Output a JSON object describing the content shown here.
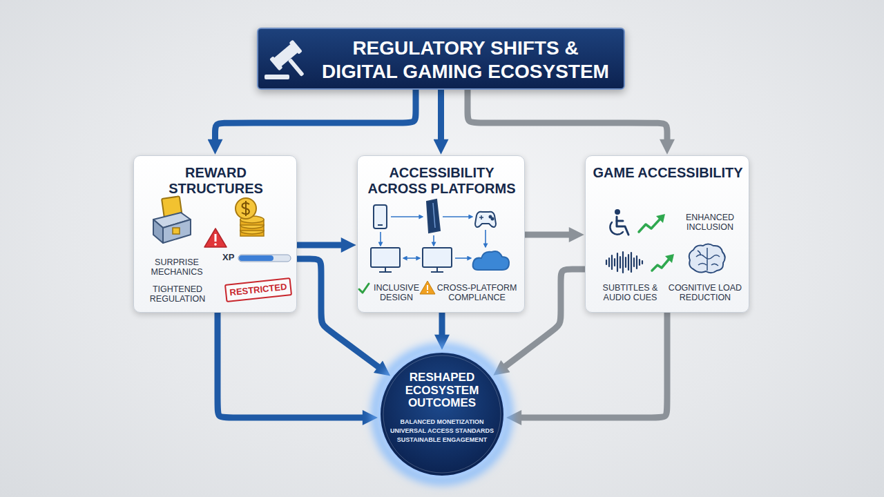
{
  "diagram": {
    "nodes": [
      {
        "text": [
          "REGULATORY SHIFTS & DIGITAL GAMING ECOSYSTEM"
        ]
      },
      {
        "text": [
          "REWARD STRUCTURES",
          "SURPRISE MECHANICS",
          "XP",
          "TIGHTENED REGULATION"
        ]
      },
      {
        "text": [
          "RESTRICTED"
        ],
        "in": 1
      },
      {
        "text": [
          "ACCESSIBILITY ACROSS PLATFORMS",
          "INCLUSIVE DESIGN",
          "CROSS-PLATFORM COMPLIANCE"
        ]
      },
      {
        "text": [
          "GAME ACCESSIBILITY",
          "ENHANCED INCLUSION",
          "SUBTITLES & AUDIO CUES",
          "COGNITIVE LOAD REDUCTION"
        ]
      },
      {
        "text": [
          "RESHAPED ECOSYSTEM OUTCOMES",
          "BALANCED MONETIZATION",
          "UNIVERSAL ACCESS STANDARDS",
          "SUSTAINABLE ENGAGEMENT"
        ]
      }
    ],
    "edges": [
      {
        "from": 0,
        "to": 1,
        "arrow": "to"
      },
      {
        "from": 0,
        "to": 3,
        "arrow": "to"
      },
      {
        "from": 0,
        "to": 4,
        "arrow": "to"
      },
      {
        "from": 1,
        "to": 3,
        "arrow": "to"
      },
      {
        "from": 3,
        "to": 4,
        "arrow": "to"
      },
      {
        "from": 1,
        "to": 5,
        "arrow": "to"
      },
      {
        "from": 1,
        "to": 5,
        "arrow": "to"
      },
      {
        "from": 3,
        "to": 5,
        "arrow": "to"
      },
      {
        "from": 4,
        "to": 5,
        "arrow": "to"
      },
      {
        "from": 4,
        "to": 5,
        "arrow": "to"
      }
    ]
  }
}
